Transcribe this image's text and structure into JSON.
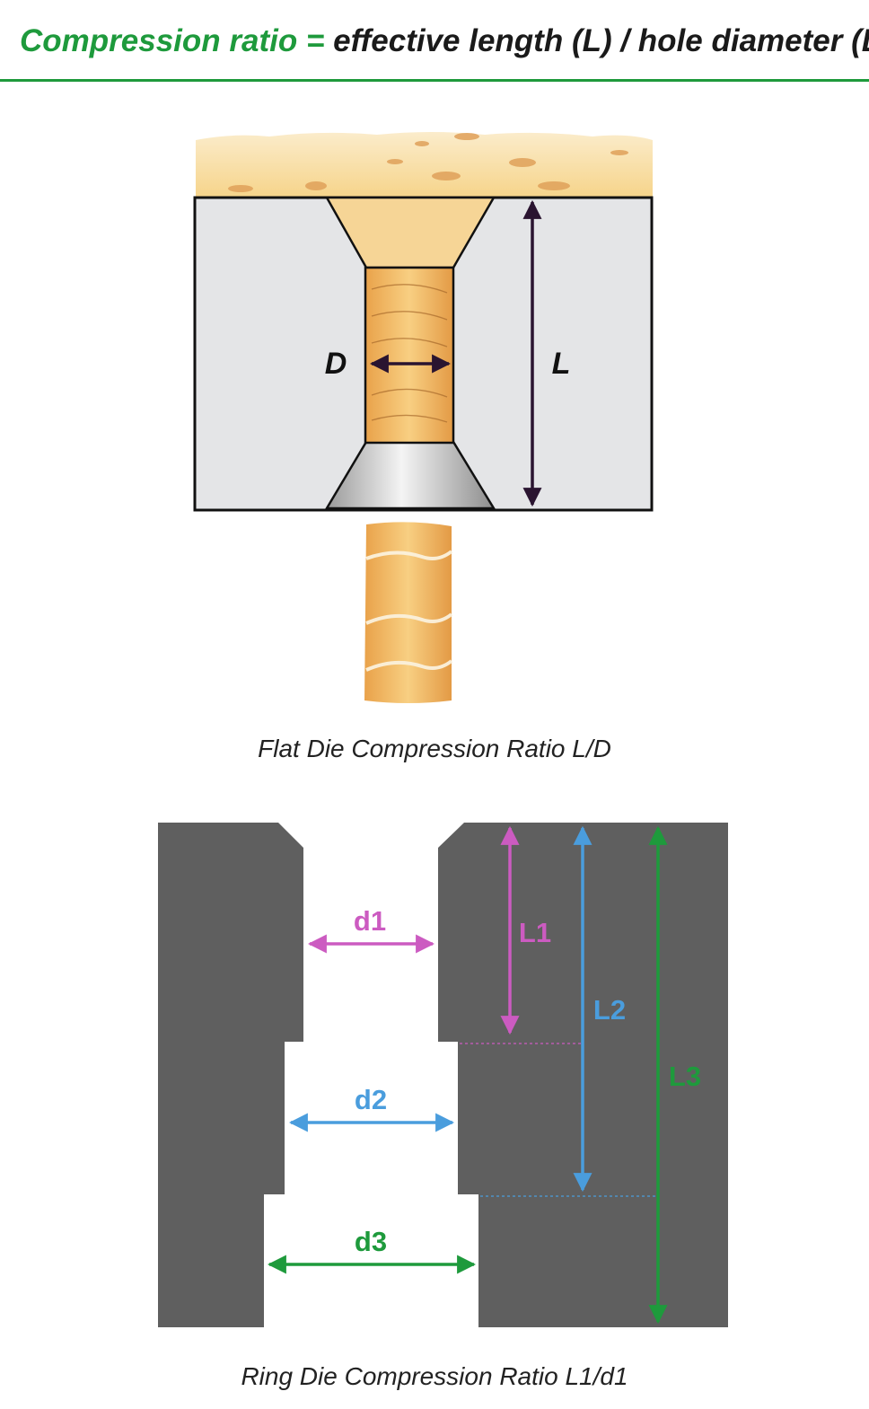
{
  "header": {
    "title_lead": "Compression ratio =",
    "title_rest": "effective length (L) / hole diameter (D)"
  },
  "flat_die": {
    "label_d": "D",
    "label_l": "L",
    "caption": "Flat Die Compression Ratio L/D"
  },
  "ring_die": {
    "labels": {
      "d1": "d1",
      "d2": "d2",
      "d3": "d3",
      "l1": "L1",
      "l2": "L2",
      "l3": "L3"
    },
    "caption": "Ring Die Compression Ratio L1/d1"
  },
  "colors": {
    "brand_green": "#1e9a3c",
    "die_gray": "#5f5f5f",
    "plate_gray": "#e4e5e7",
    "magenta": "#cc5bc1",
    "blue": "#4a9ddd",
    "green": "#1e9a3c",
    "dark_arrow": "#2a1430"
  }
}
